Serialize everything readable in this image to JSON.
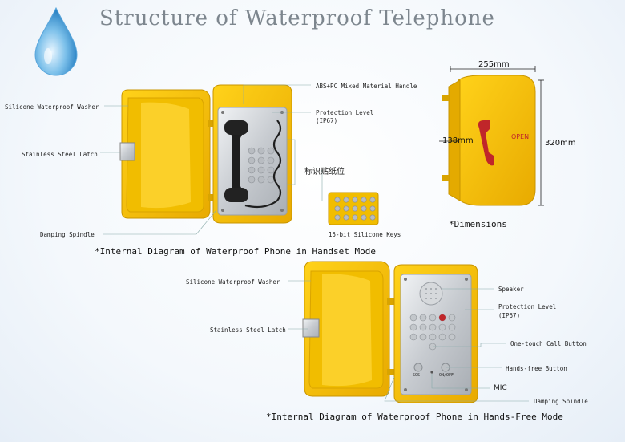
{
  "title": "Structure of Waterproof Telephone",
  "handset_mode": {
    "labels": {
      "washer": "Silicone Waterproof Washer",
      "latch": "Stainless Steel Latch",
      "spindle": "Damping Spindle",
      "handle": "ABS+PC Mixed Material Handle",
      "protection": "Protection Level",
      "ip": "(IP67)",
      "sticker": "标识贴纸位",
      "keys": "15-bit Silicone Keys"
    },
    "caption": "*Internal Diagram of Waterproof Phone in Handset Mode"
  },
  "dimensions": {
    "width": "255mm",
    "depth": "138mm",
    "height": "320mm",
    "open_label": "OPEN",
    "caption": "*Dimensions"
  },
  "handsfree_mode": {
    "labels": {
      "washer": "Silicone Waterproof Washer",
      "latch": "Stainless Steel Latch",
      "speaker": "Speaker",
      "protection": "Protection Level",
      "ip": "(IP67)",
      "call": "One-touch Call Button",
      "handsfree": "Hands-free Button",
      "mic": "MIC",
      "spindle": "Damping Spindle",
      "sos": "SOS",
      "onoff": "ON/OFF"
    },
    "caption": "*Internal Diagram of Waterproof Phone in Hands-Free Mode"
  },
  "colors": {
    "yellow": "#f7c600",
    "yellow_dark": "#d9a400",
    "handset": "#1e1e1e",
    "red": "#c0262a"
  }
}
